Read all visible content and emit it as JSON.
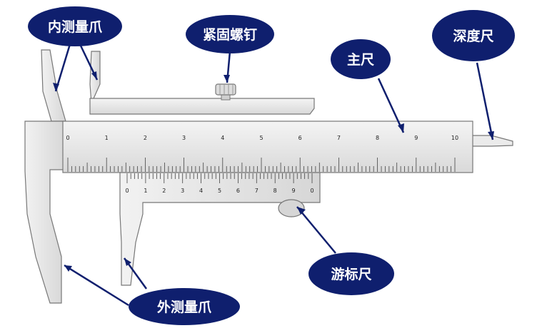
{
  "labels": {
    "inner_jaw": "内测量爪",
    "lock_screw": "紧固螺钉",
    "main_scale": "主尺",
    "depth_rod": "深度尺",
    "vernier": "游标尺",
    "outer_jaw": "外测量爪"
  },
  "main_scale": {
    "numbers": [
      "0",
      "1",
      "2",
      "3",
      "4",
      "5",
      "6",
      "7",
      "8",
      "9",
      "10"
    ]
  },
  "vernier_scale": {
    "numbers": [
      "0",
      "1",
      "2",
      "3",
      "4",
      "5",
      "6",
      "7",
      "8",
      "9",
      "0"
    ]
  },
  "colors": {
    "bubble": "#0f1f6e",
    "metal": "#e6e6e6",
    "outline": "#777777"
  }
}
